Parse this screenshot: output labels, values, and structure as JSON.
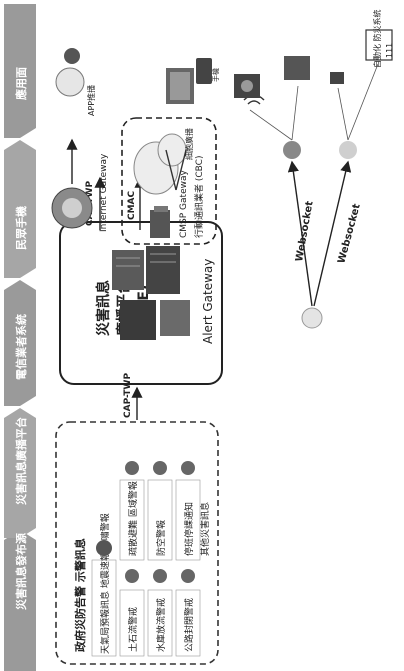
{
  "stages": [
    "災害訊息發布源",
    "災害訊息廣播平台",
    "電信業者系統",
    "民眾手機",
    "應用面"
  ],
  "sources": {
    "title": "政府災防告警 示警訊息",
    "items": [
      "天氣局預報訊息 地震速報 海嘯警報",
      "土石流警戒",
      "水庫放流警戒",
      "公路封閉警戒",
      "疏散避難 區域警報",
      "防空警報",
      "停班停課通知",
      "其他災害訊息"
    ]
  },
  "platform": {
    "title_line1": "災害訊息",
    "title_line2": "廣播平台",
    "title_line3": "(CBE)",
    "gateway_label": "Alert Gateway"
  },
  "protocols": {
    "cap_twp_1": "CAP-TWP",
    "cap_twp_2": "CAP-TWP",
    "cmac": "CMAC"
  },
  "telecom": {
    "internet_gateway": "Internet Gateway",
    "cmsp_gateway": "CMSP Gateway",
    "cbc_label": "行動通訊業者 (CBC)",
    "cell_broadcast": "細胞廣播",
    "websocket_1": "Websocket",
    "websocket_2": "Websocket"
  },
  "apps": {
    "app_label": "APP推播",
    "phone_label": "手機",
    "automation_label": "自動化 防災系統",
    "device_label": "111"
  }
}
